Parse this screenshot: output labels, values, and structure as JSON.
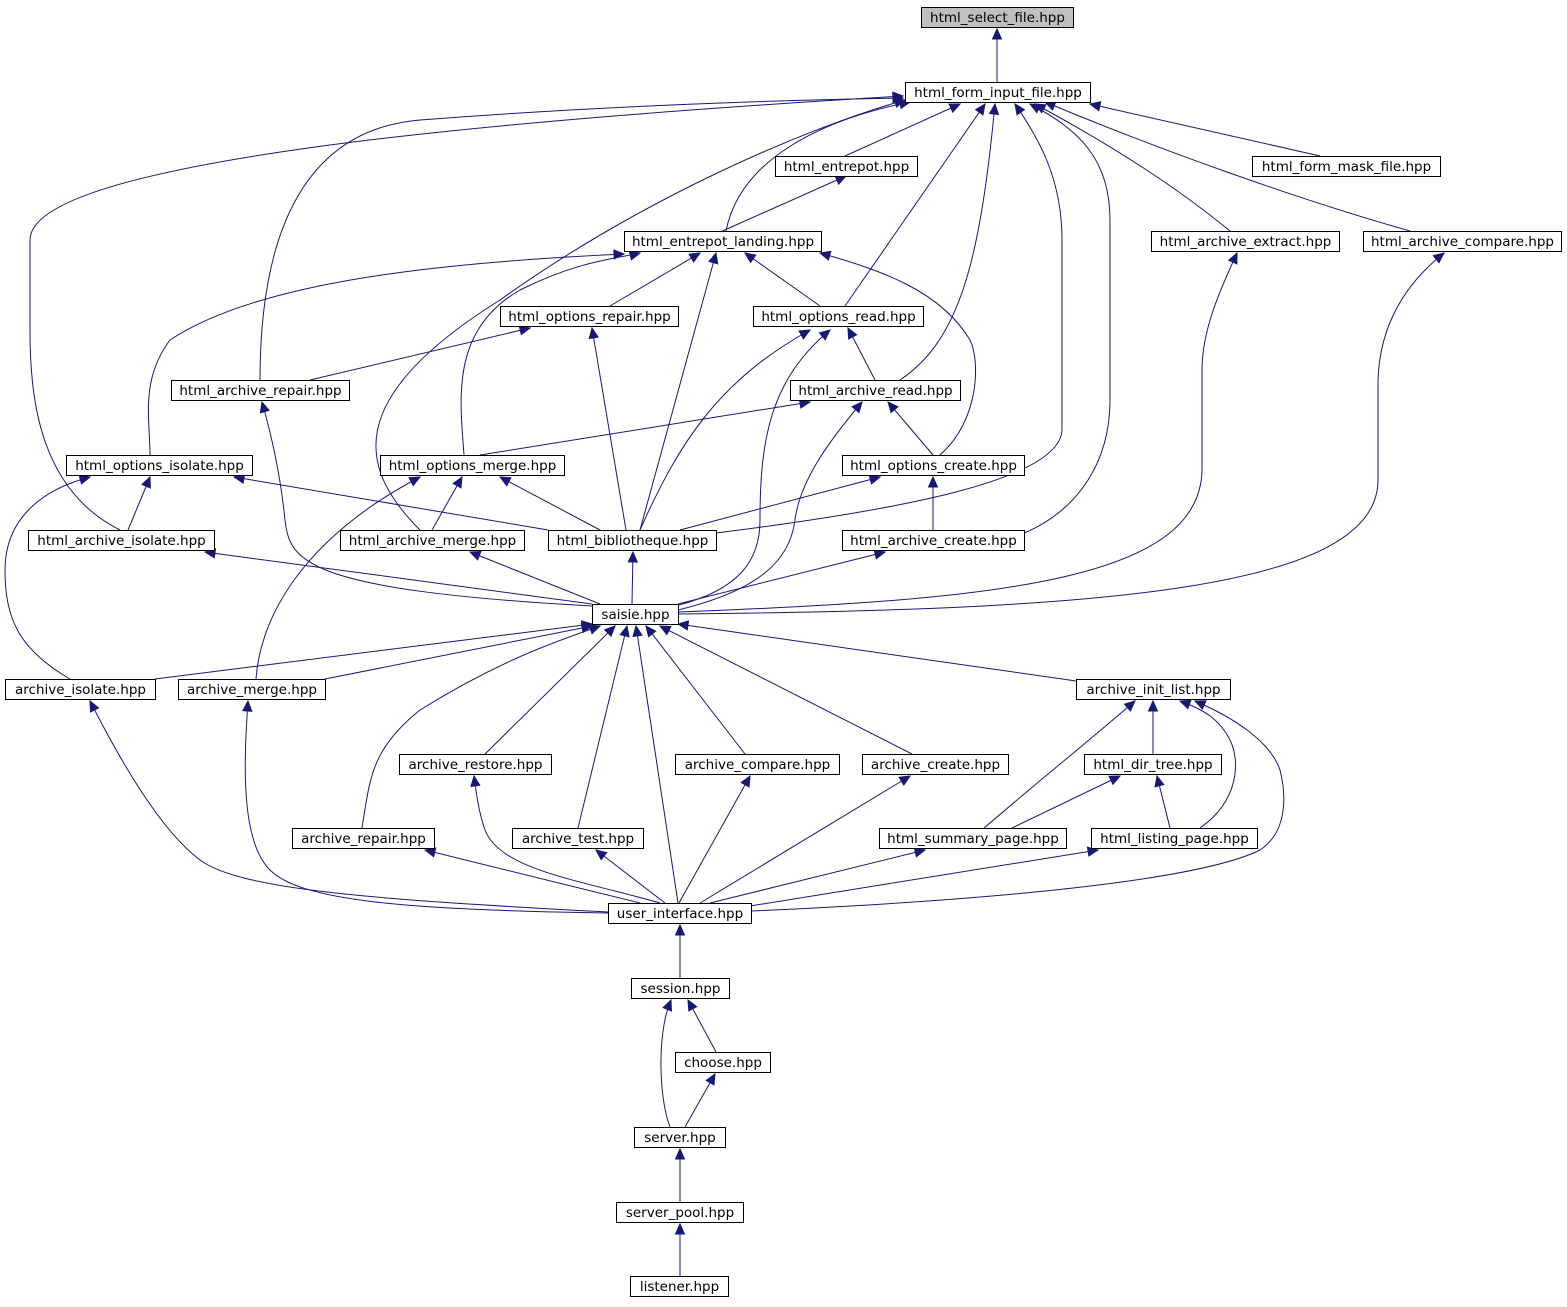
{
  "nodes": {
    "html_select_file": "html_select_file.hpp",
    "html_form_input_file": "html_form_input_file.hpp",
    "html_entrepot": "html_entrepot.hpp",
    "html_form_mask_file": "html_form_mask_file.hpp",
    "html_entrepot_landing": "html_entrepot_landing.hpp",
    "html_archive_extract": "html_archive_extract.hpp",
    "html_archive_compare": "html_archive_compare.hpp",
    "html_options_repair": "html_options_repair.hpp",
    "html_options_read": "html_options_read.hpp",
    "html_archive_repair": "html_archive_repair.hpp",
    "html_archive_read": "html_archive_read.hpp",
    "html_options_isolate": "html_options_isolate.hpp",
    "html_options_merge": "html_options_merge.hpp",
    "html_options_create": "html_options_create.hpp",
    "html_archive_isolate": "html_archive_isolate.hpp",
    "html_archive_merge": "html_archive_merge.hpp",
    "html_bibliotheque": "html_bibliotheque.hpp",
    "html_archive_create": "html_archive_create.hpp",
    "saisie": "saisie.hpp",
    "archive_isolate": "archive_isolate.hpp",
    "archive_merge": "archive_merge.hpp",
    "archive_init_list": "archive_init_list.hpp",
    "archive_restore": "archive_restore.hpp",
    "archive_compare": "archive_compare.hpp",
    "archive_create": "archive_create.hpp",
    "html_dir_tree": "html_dir_tree.hpp",
    "archive_repair": "archive_repair.hpp",
    "archive_test": "archive_test.hpp",
    "html_summary_page": "html_summary_page.hpp",
    "html_listing_page": "html_listing_page.hpp",
    "user_interface": "user_interface.hpp",
    "session": "session.hpp",
    "choose": "choose.hpp",
    "server": "server.hpp",
    "server_pool": "server_pool.hpp",
    "listener": "listener.hpp"
  },
  "edges": [
    [
      "html_form_input_file",
      "html_select_file"
    ],
    [
      "html_entrepot",
      "html_form_input_file"
    ],
    [
      "html_form_mask_file",
      "html_form_input_file"
    ],
    [
      "html_entrepot_landing",
      "html_form_input_file"
    ],
    [
      "html_archive_extract",
      "html_form_input_file"
    ],
    [
      "html_archive_compare",
      "html_form_input_file"
    ],
    [
      "html_options_read",
      "html_form_input_file"
    ],
    [
      "html_archive_repair",
      "html_form_input_file"
    ],
    [
      "html_archive_read",
      "html_form_input_file"
    ],
    [
      "html_archive_isolate",
      "html_form_input_file"
    ],
    [
      "html_archive_merge",
      "html_form_input_file"
    ],
    [
      "html_bibliotheque",
      "html_form_input_file"
    ],
    [
      "html_archive_create",
      "html_form_input_file"
    ],
    [
      "html_entrepot_landing",
      "html_entrepot"
    ],
    [
      "html_options_repair",
      "html_entrepot_landing"
    ],
    [
      "html_options_read",
      "html_entrepot_landing"
    ],
    [
      "html_options_isolate",
      "html_entrepot_landing"
    ],
    [
      "html_options_merge",
      "html_entrepot_landing"
    ],
    [
      "html_options_create",
      "html_entrepot_landing"
    ],
    [
      "html_bibliotheque",
      "html_entrepot_landing"
    ],
    [
      "html_archive_repair",
      "html_options_repair"
    ],
    [
      "html_bibliotheque",
      "html_options_repair"
    ],
    [
      "html_archive_read",
      "html_options_read"
    ],
    [
      "html_bibliotheque",
      "html_options_read"
    ],
    [
      "saisie",
      "html_options_read"
    ],
    [
      "html_options_merge",
      "html_archive_read"
    ],
    [
      "html_options_create",
      "html_archive_read"
    ],
    [
      "saisie",
      "html_archive_read"
    ],
    [
      "html_archive_isolate",
      "html_options_isolate"
    ],
    [
      "html_bibliotheque",
      "html_options_isolate"
    ],
    [
      "archive_isolate",
      "html_options_isolate"
    ],
    [
      "html_archive_merge",
      "html_options_merge"
    ],
    [
      "html_bibliotheque",
      "html_options_merge"
    ],
    [
      "archive_merge",
      "html_options_merge"
    ],
    [
      "html_bibliotheque",
      "html_options_create"
    ],
    [
      "html_archive_create",
      "html_options_create"
    ],
    [
      "saisie",
      "html_archive_repair"
    ],
    [
      "saisie",
      "html_archive_isolate"
    ],
    [
      "saisie",
      "html_archive_merge"
    ],
    [
      "saisie",
      "html_bibliotheque"
    ],
    [
      "saisie",
      "html_archive_create"
    ],
    [
      "saisie",
      "html_archive_extract"
    ],
    [
      "saisie",
      "html_archive_compare"
    ],
    [
      "archive_isolate",
      "saisie"
    ],
    [
      "archive_merge",
      "saisie"
    ],
    [
      "archive_init_list",
      "saisie"
    ],
    [
      "archive_restore",
      "saisie"
    ],
    [
      "archive_compare",
      "saisie"
    ],
    [
      "archive_create",
      "saisie"
    ],
    [
      "archive_repair",
      "saisie"
    ],
    [
      "archive_test",
      "saisie"
    ],
    [
      "user_interface",
      "saisie"
    ],
    [
      "html_dir_tree",
      "archive_init_list"
    ],
    [
      "html_summary_page",
      "archive_init_list"
    ],
    [
      "html_listing_page",
      "archive_init_list"
    ],
    [
      "user_interface",
      "archive_init_list"
    ],
    [
      "html_summary_page",
      "html_dir_tree"
    ],
    [
      "html_listing_page",
      "html_dir_tree"
    ],
    [
      "user_interface",
      "archive_isolate"
    ],
    [
      "user_interface",
      "archive_merge"
    ],
    [
      "user_interface",
      "archive_restore"
    ],
    [
      "user_interface",
      "archive_compare"
    ],
    [
      "user_interface",
      "archive_create"
    ],
    [
      "user_interface",
      "archive_repair"
    ],
    [
      "user_interface",
      "archive_test"
    ],
    [
      "user_interface",
      "html_summary_page"
    ],
    [
      "user_interface",
      "html_listing_page"
    ],
    [
      "session",
      "user_interface"
    ],
    [
      "choose",
      "session"
    ],
    [
      "server",
      "session"
    ],
    [
      "server",
      "choose"
    ],
    [
      "server_pool",
      "server"
    ],
    [
      "listener",
      "server_pool"
    ]
  ]
}
